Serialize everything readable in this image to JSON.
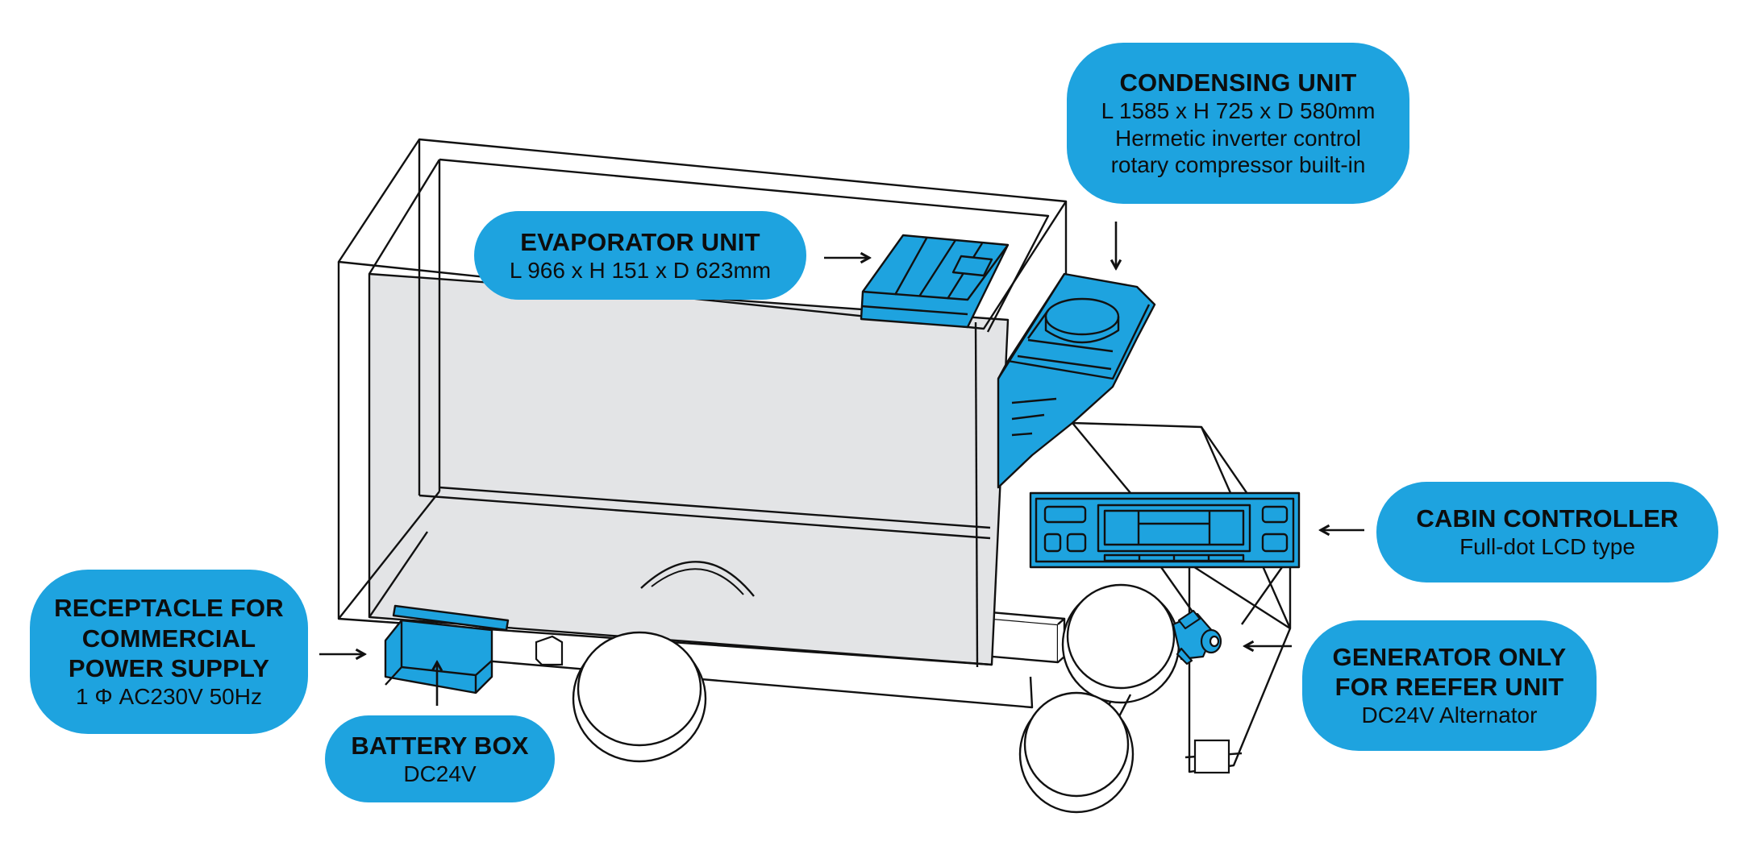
{
  "colors": {
    "callout_bg": "#1ea3df",
    "component_fill": "#1ea3df",
    "cargo_box_fill": "#e3e4e6",
    "outline": "#111111"
  },
  "callouts": {
    "condensing_unit": {
      "title": "CONDENSING UNIT",
      "lines": [
        "L 1585  x H 725 x D 580mm",
        "Hermetic inverter control",
        "rotary compressor built-in"
      ]
    },
    "evaporator_unit": {
      "title": "EVAPORATOR UNIT",
      "lines": [
        "L 966 x H 151 x D 623mm"
      ]
    },
    "cabin_controller": {
      "title": "CABIN CONTROLLER",
      "lines": [
        "Full-dot LCD type"
      ]
    },
    "generator": {
      "title_lines": [
        "GENERATOR ONLY",
        "FOR REEFER UNIT"
      ],
      "lines": [
        "DC24V Alternator"
      ]
    },
    "receptacle": {
      "title_lines": [
        "RECEPTACLE FOR",
        "COMMERCIAL",
        "POWER SUPPLY"
      ],
      "lines": [
        "1 Φ AC230V 50Hz"
      ]
    },
    "battery_box": {
      "title": "BATTERY BOX",
      "lines": [
        "DC24V"
      ]
    }
  }
}
